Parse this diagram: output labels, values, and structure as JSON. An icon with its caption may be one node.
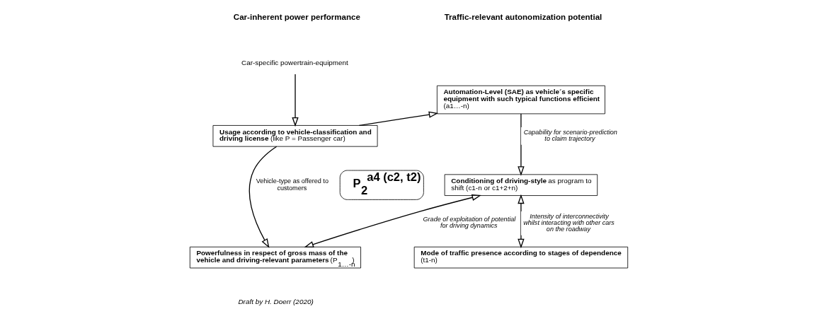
{
  "diagram": {
    "nodes": [
      {
        "text": [
          "Car-specific powertrain-equipment"
        ]
      },
      {
        "text": [
          "**Usage according to vehicle-classification and driving license** (like P = Passenger car)"
        ]
      },
      {
        "text": [
          "**Powerfulness in respect of gross mass of the vehicle and driving-relevant parameters** (P$_{1…-n}$)"
        ]
      },
      {
        "text": [
          "**Automation-Level (SAE) as vehicle´s specific equipment with such typical functions efficient** (a1…-n)"
        ]
      },
      {
        "text": [
          "**Conditioning of driving-style** as program to shift (c1-n or c1+2+n)"
        ]
      },
      {
        "text": [
          "**Mode of traffic presence according to stages of dependence** (t1-n)"
        ]
      },
      {
        "text": [
          "P$_{2}$$^{a4 (c2, t2)}$"
        ]
      }
    ],
    "edges": [
      {
        "from": 0,
        "to": 1,
        "arrow": "to"
      },
      {
        "from": 1,
        "to": 2,
        "arrow": "to",
        "label": "Vehicle-type as offered to customers"
      },
      {
        "from": 1,
        "to": 3,
        "arrow": "to"
      },
      {
        "from": 3,
        "to": 4,
        "arrow": "to",
        "label": "Capability for scenario-prediction to claim trajectory"
      },
      {
        "from": 4,
        "to": 2,
        "arrow": "both",
        "label": "Grade of exploitation of potential for driving dynamics"
      },
      {
        "from": 4,
        "to": 5,
        "arrow": "both",
        "label": "Intensity of interconnectivity whilst interacting with other cars on the roadway"
      }
    ],
    "labels": [
      "Car-inherent power performance",
      "Traffic-relevant autonomization potential",
      "Draft by H. Doerr (2020)"
    ]
  }
}
